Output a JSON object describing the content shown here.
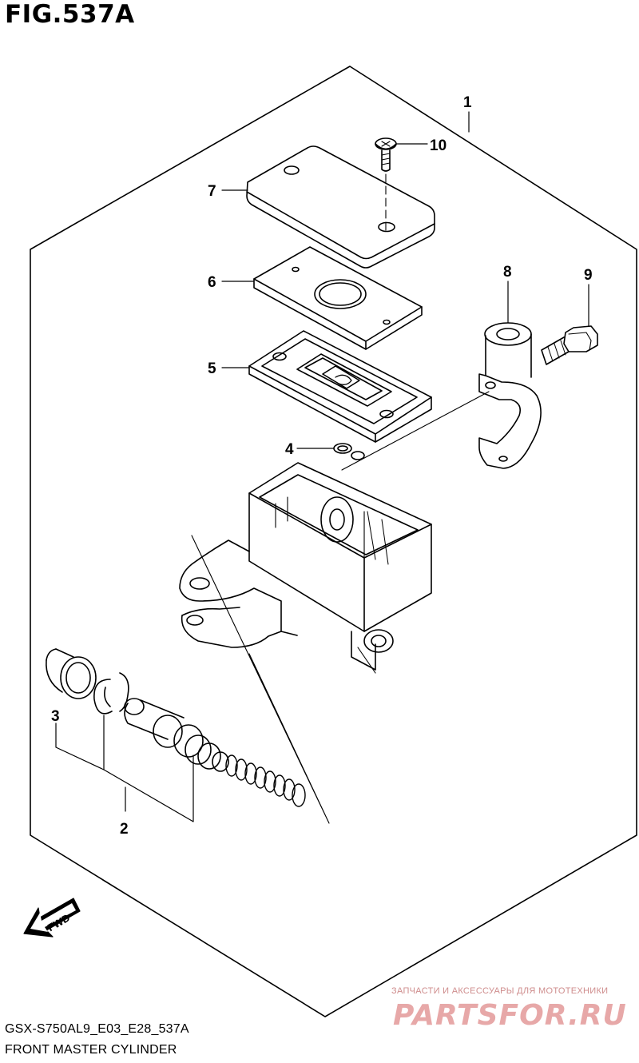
{
  "figure": {
    "title": "FIG.537A",
    "model_code": "GSX-S750AL9_E03_E28_537A",
    "assembly_name": "FRONT MASTER CYLINDER"
  },
  "callouts": {
    "c1": "1",
    "c2": "2",
    "c3": "3",
    "c4": "4",
    "c5": "5",
    "c6": "6",
    "c7": "7",
    "c8": "8",
    "c9": "9",
    "c10": "10"
  },
  "fwd_label": "FWD",
  "watermark": {
    "tagline": "ЗАПЧАСТИ И АКСЕССУАРЫ ДЛЯ МОТОТЕХНИКИ",
    "logo": "PARTSFOR.RU"
  }
}
